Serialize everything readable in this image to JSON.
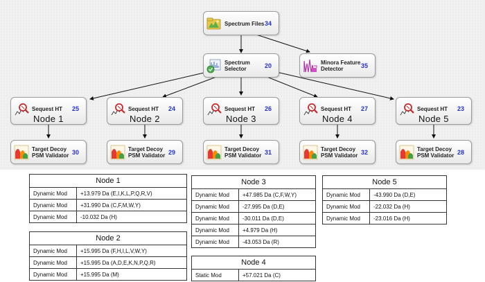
{
  "workflow": {
    "spectrum_files": {
      "label": "Spectrum Files",
      "number": "34"
    },
    "spectrum_selector": {
      "label_line1": "Spectrum",
      "label_line2": "Selector",
      "number": "20"
    },
    "minora": {
      "label_line1": "Minora Feature",
      "label_line2": "Detector",
      "number": "35"
    },
    "sequest": [
      {
        "label": "Sequest HT",
        "number": "25",
        "node_name": "Node 1"
      },
      {
        "label": "Sequest HT",
        "number": "24",
        "node_name": "Node 2"
      },
      {
        "label": "Sequest HT",
        "number": "26",
        "node_name": "Node 3"
      },
      {
        "label": "Sequest HT",
        "number": "27",
        "node_name": "Node 4"
      },
      {
        "label": "Sequest HT",
        "number": "23",
        "node_name": "Node 5"
      }
    ],
    "validators": [
      {
        "label_line1": "Target Decoy",
        "label_line2": "PSM Validator",
        "number": "30"
      },
      {
        "label_line1": "Target Decoy",
        "label_line2": "PSM Validator",
        "number": "29"
      },
      {
        "label_line1": "Target Decoy",
        "label_line2": "PSM Validator",
        "number": "31"
      },
      {
        "label_line1": "Target Decoy",
        "label_line2": "PSM Validator",
        "number": "32"
      },
      {
        "label_line1": "Target Decoy",
        "label_line2": "PSM Validator",
        "number": "28"
      }
    ]
  },
  "tables": {
    "node1": {
      "title": "Node 1",
      "rows": [
        {
          "type": "Dynamic Mod",
          "value": "+13.979 Da (E,I,K,L,P,Q,R,V)"
        },
        {
          "type": "Dynamic Mod",
          "value": "+31.990 Da (C,F,M,W,Y)"
        },
        {
          "type": "Dynamic Mod",
          "value": "-10.032 Da (H)"
        }
      ]
    },
    "node2": {
      "title": "Node 2",
      "rows": [
        {
          "type": "Dynamic Mod",
          "value": "+15.995 Da (F,H,I,L,V,W,Y)"
        },
        {
          "type": "Dynamic Mod",
          "value": "+15.995 Da (A,D,E,K,N,P,Q,R)"
        },
        {
          "type": "Dynamic Mod",
          "value": "+15.995 Da (M)"
        }
      ]
    },
    "node3": {
      "title": "Node 3",
      "rows": [
        {
          "type": "Dynamic Mod",
          "value": "+47.985 Da (C,F,W,Y)"
        },
        {
          "type": "Dynamic Mod",
          "value": "-27.995 Da (D,E)"
        },
        {
          "type": "Dynamic Mod",
          "value": "-30.011 Da (D,E)"
        },
        {
          "type": "Dynamic Mod",
          "value": "+4.979 Da (H)"
        },
        {
          "type": "Dynamic Mod",
          "value": "-43.053 Da (R)"
        }
      ]
    },
    "node4": {
      "title": "Node 4",
      "rows": [
        {
          "type": "Static Mod",
          "value": "+57.021 Da (C)"
        }
      ]
    },
    "node5": {
      "title": "Node 5",
      "rows": [
        {
          "type": "Dynamic Mod",
          "value": "-43.990 Da (D,E)"
        },
        {
          "type": "Dynamic Mod",
          "value": "-22.032 Da (H)"
        },
        {
          "type": "Dynamic Mod",
          "value": "-23.016 Da (H)"
        }
      ]
    }
  }
}
